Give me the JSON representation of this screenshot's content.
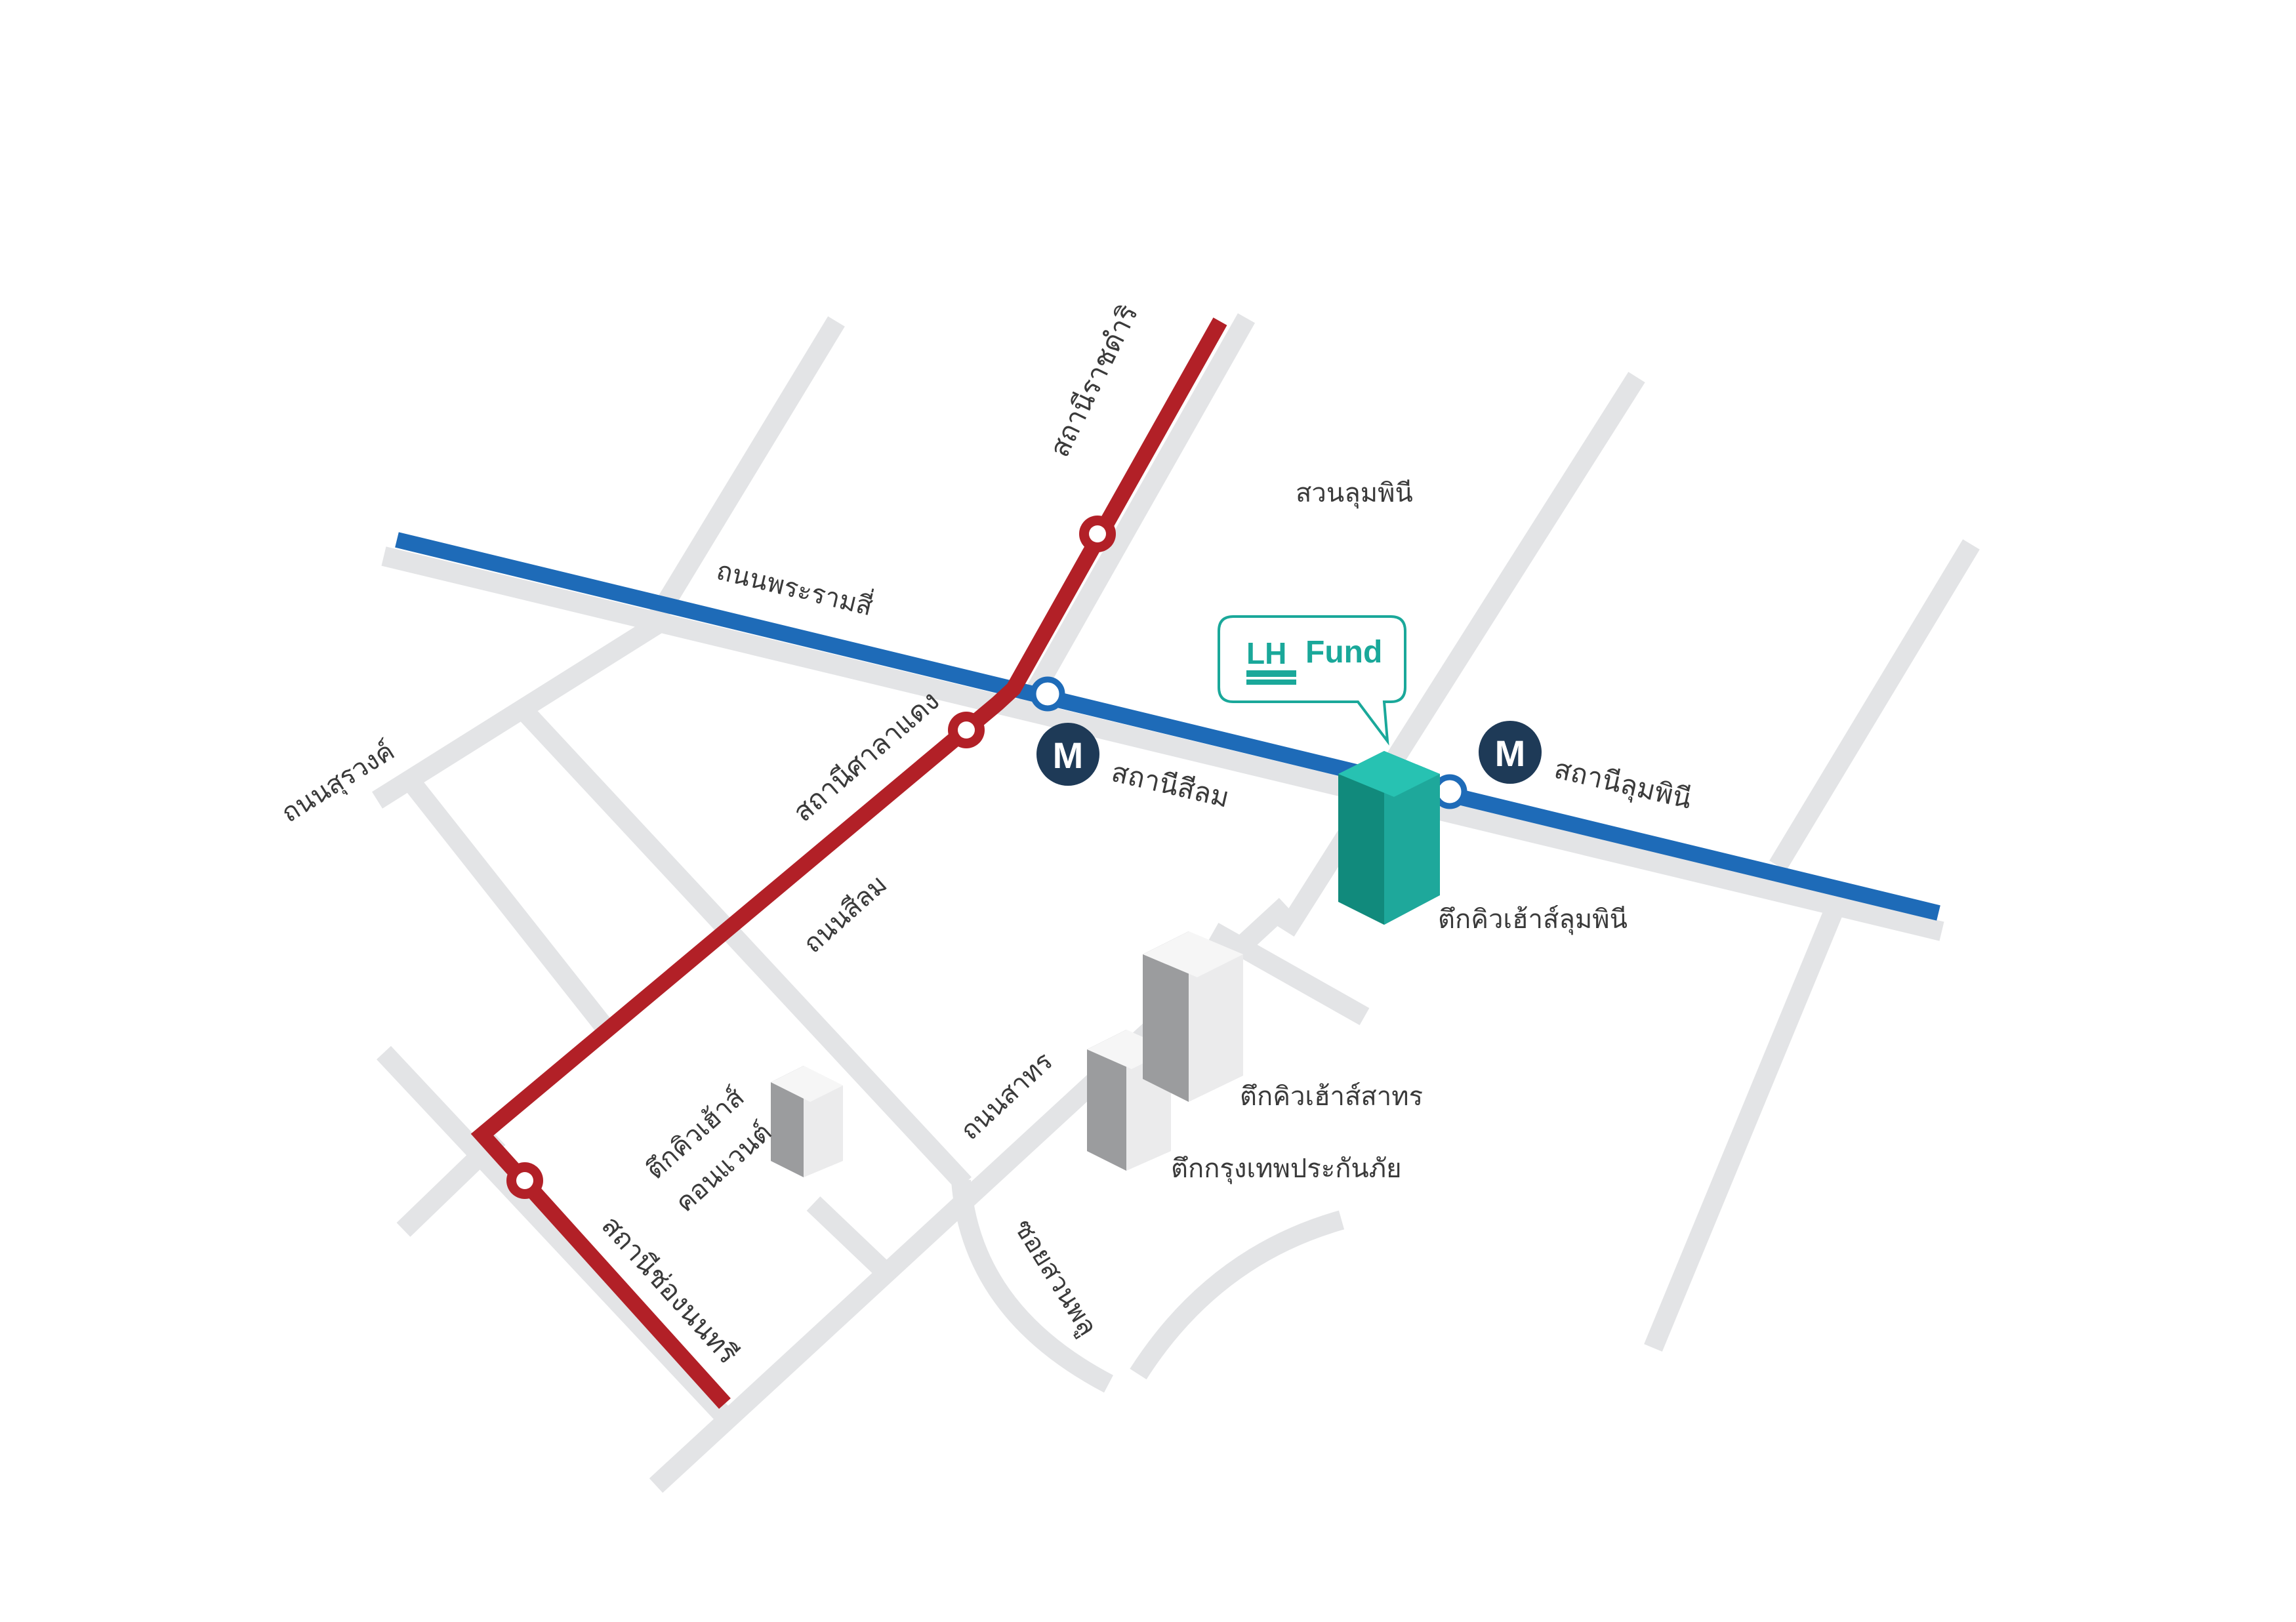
{
  "colors": {
    "bts_line": "#b22027",
    "mrt_line": "#1e6bb8",
    "road": "#e3e4e6",
    "mrt_badge": "#1e3a57",
    "brand": "#1aa89a",
    "target_building": "#1aa89a"
  },
  "roads": {
    "rama4": "ถนนพระรามสี่",
    "surawong": "ถนนสุรวงค์",
    "silom": "ถนนสีลม",
    "sathorn": "ถนนสาทร",
    "soi_suan_phlu": "ซอยสวนพลู"
  },
  "places": {
    "lumphini_park": "สวนลุมพินี"
  },
  "bts_stations": {
    "ratchadamri": "สถานีราชดำริ",
    "sala_daeng": "สถานีศาลาแดง",
    "chong_nonsi": "สถานีช่องนนทรี"
  },
  "mrt_stations": {
    "silom": "สถานีสีลม",
    "lumphini": "สถานีลุมพินี",
    "badge": "M"
  },
  "buildings": {
    "q_house_lumphini": "ตึกคิวเฮ้าส์ลุมพินี",
    "q_house_sathorn": "ตึกคิวเฮ้าส์สาทร",
    "bangkok_insurance": "ตึกกรุงเทพประกันภัย",
    "q_house_convent_line1": "ตึกคิวเฮ้าส์",
    "q_house_convent_line2": "คอนแวนต์"
  },
  "logo": {
    "mark": "LH",
    "word": "Fund"
  }
}
